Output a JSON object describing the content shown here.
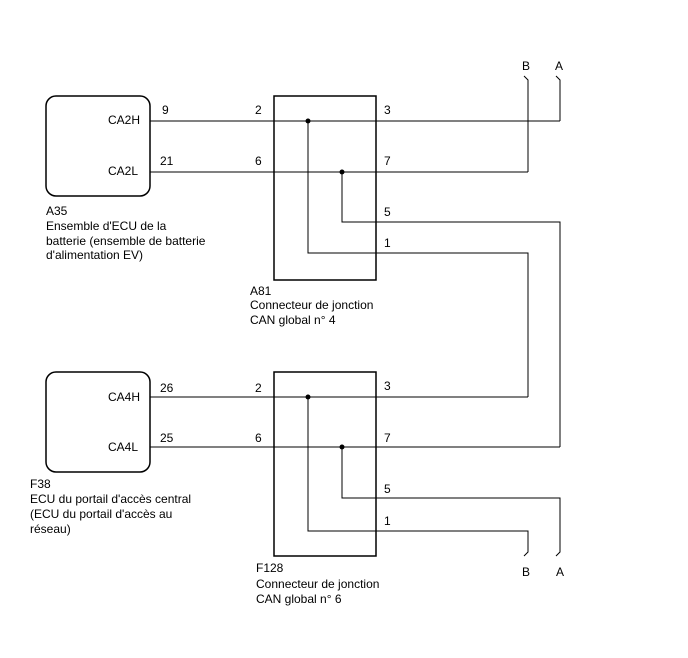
{
  "ecu_a35": {
    "id": "A35",
    "desc_line1": "Ensemble d'ECU de la",
    "desc_line2": "batterie (ensemble de batterie",
    "desc_line3": "d'alimentation EV)",
    "pin_high_label": "CA2H",
    "pin_low_label": "CA2L",
    "pin_high_num": "9",
    "pin_low_num": "21"
  },
  "ecu_f38": {
    "id": "F38",
    "desc_line1": "ECU du portail d'accès central",
    "desc_line2": "(ECU du portail d'accès au",
    "desc_line3": "réseau)",
    "pin_high_label": "CA4H",
    "pin_low_label": "CA4L",
    "pin_high_num": "26",
    "pin_low_num": "25"
  },
  "junction_a81": {
    "id": "A81",
    "desc_line1": "Connecteur de jonction",
    "desc_line2": "CAN global n° 4",
    "pins": {
      "p2": "2",
      "p6": "6",
      "p3": "3",
      "p7": "7",
      "p5": "5",
      "p1": "1"
    }
  },
  "junction_f128": {
    "id": "F128",
    "desc_line1": "Connecteur de jonction",
    "desc_line2": "CAN global n° 6",
    "pins": {
      "p2": "2",
      "p6": "6",
      "p3": "3",
      "p7": "7",
      "p5": "5",
      "p1": "1"
    }
  },
  "terminals": {
    "top_b": "B",
    "top_a": "A",
    "bottom_b": "B",
    "bottom_a": "A"
  }
}
